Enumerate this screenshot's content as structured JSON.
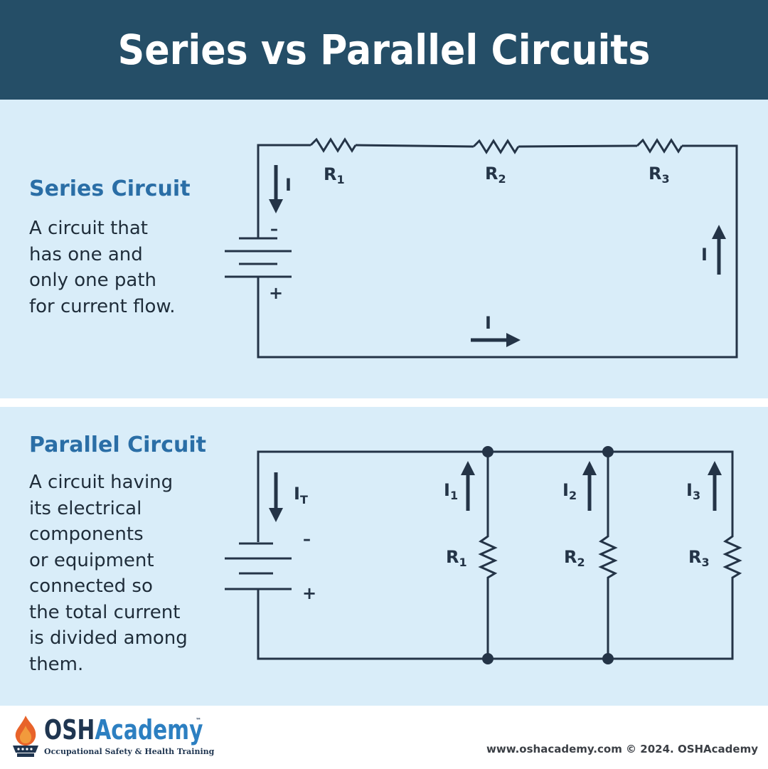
{
  "title": "Series vs Parallel Circuits",
  "series": {
    "heading": "Series Circuit",
    "description": "A circuit that\nhas one and\nonly one path\nfor current flow.",
    "resistor_labels": [
      "R",
      "R",
      "R"
    ],
    "resistor_subscripts": [
      "1",
      "2",
      "3"
    ],
    "current_label": "I",
    "battery_negative": "–",
    "battery_positive": "+"
  },
  "parallel": {
    "heading": "Parallel Circuit",
    "description": "A circuit having\nits electrical\ncomponents\nor equipment\nconnected so\nthe total current\nis divided among\nthem.",
    "total_current_label": "I",
    "total_current_subscript": "T",
    "branch_current_labels": [
      "I",
      "I",
      "I"
    ],
    "branch_current_subscripts": [
      "1",
      "2",
      "3"
    ],
    "resistor_labels": [
      "R",
      "R",
      "R"
    ],
    "resistor_subscripts": [
      "1",
      "2",
      "3"
    ],
    "battery_negative": "–",
    "battery_positive": "+"
  },
  "footer": {
    "logo_part1": "OSH",
    "logo_part2": "Academy",
    "logo_tm": "™",
    "logo_tagline": "Occupational Safety & Health Training",
    "url_credit": "www.oshacademy.com © 2024. OSHAcademy"
  },
  "colors": {
    "header_bg": "#254e67",
    "panel_bg": "#d9edf9",
    "heading_blue": "#2a6ea6",
    "wire": "#243447"
  }
}
